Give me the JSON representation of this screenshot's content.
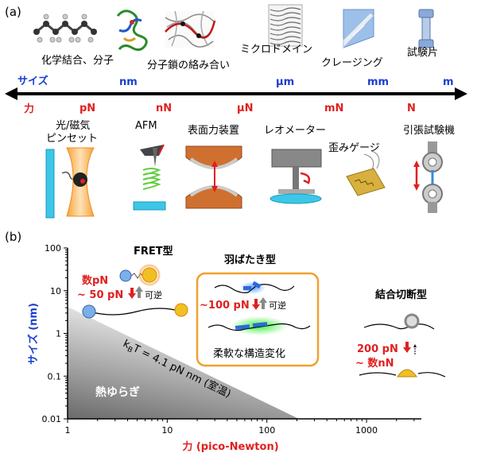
{
  "panel_a": {
    "label": "(a)",
    "top_labels": [
      {
        "text": "化学結合、分子"
      },
      {
        "text": "分子鎖の絡み合い"
      },
      {
        "text": "ミクロドメイン"
      },
      {
        "text": "クレージング"
      },
      {
        "text": "試験片"
      }
    ],
    "size_axis": {
      "title": "サイズ",
      "units": [
        "nm",
        "μm",
        "mm",
        "m"
      ]
    },
    "force_axis": {
      "title": "力",
      "units": [
        "pN",
        "nN",
        "μN",
        "mN",
        "N"
      ]
    },
    "instruments": [
      {
        "text": "光/磁気\nピンセット"
      },
      {
        "text": "AFM"
      },
      {
        "text": "表面力装置"
      },
      {
        "text": "レオメーター"
      },
      {
        "text": "歪みゲージ"
      },
      {
        "text": "引張試験機"
      }
    ],
    "colors": {
      "size": "#1a3fd1",
      "force": "#e02020"
    }
  },
  "panel_b": {
    "label": "(b)",
    "ylabel": "サイズ (nm)",
    "xlabel": "力 (pico-Newton)",
    "x_ticks": [
      "1",
      "10",
      "100",
      "1000"
    ],
    "y_ticks": [
      "100",
      "10",
      "1",
      "0.1",
      "0.01"
    ],
    "thermal_label": "熱ゆらぎ",
    "kT_label": "k",
    "kT_label_sub": "B",
    "kT_label_rest": "T = 4.1 pN nm (室温)",
    "fret": {
      "title": "FRET型",
      "force1": "数pN",
      "force2": "~ 50 pN",
      "reversible": "可逆"
    },
    "flapping": {
      "title": "羽ばたき型",
      "force": "~100 pN",
      "reversible": "可逆",
      "caption": "柔軟な構造変化"
    },
    "cleavage": {
      "title": "結合切断型",
      "force1": "200 pN",
      "force2": "~ 数nN"
    },
    "colors": {
      "axis_label": "#1a3fd1",
      "force_label": "#e02020",
      "box": "#f0a030"
    }
  }
}
